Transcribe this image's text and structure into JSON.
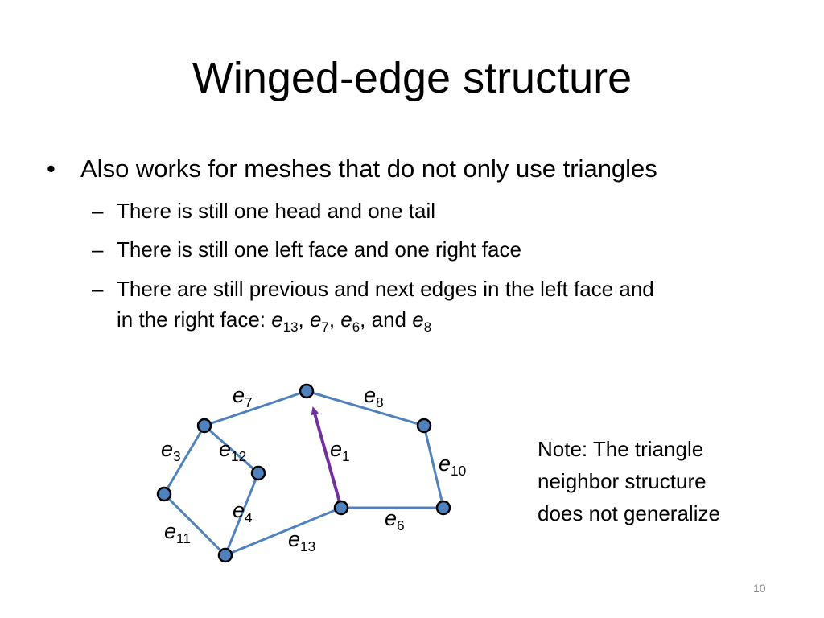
{
  "slide": {
    "title": "Winged-edge structure",
    "bullet": {
      "marker": "•",
      "text": "Also works for meshes that do not only use triangles"
    },
    "subbullets": [
      {
        "marker": "–",
        "text": "There is still one head and one tail"
      },
      {
        "marker": "–",
        "text": "There is still one left face and one right face"
      },
      {
        "marker": "–",
        "line1": "There are still previous and next edges in the left face and",
        "line2_prefix": "in the right face: ",
        "refs": [
          {
            "var": "e",
            "sub": "13",
            "after": ", "
          },
          {
            "var": "e",
            "sub": "7",
            "after": ", "
          },
          {
            "var": "e",
            "sub": "6",
            "after": ", and "
          },
          {
            "var": "e",
            "sub": "8",
            "after": ""
          }
        ]
      }
    ],
    "diagram": {
      "edge_color": "#4f81bd",
      "highlight_edge_color": "#7030a0",
      "vertex_fill": "#4f81bd",
      "vertex_stroke": "#000000",
      "edge_labels": [
        {
          "id": "e7",
          "var": "e",
          "sub": "7"
        },
        {
          "id": "e8",
          "var": "e",
          "sub": "8"
        },
        {
          "id": "e3",
          "var": "e",
          "sub": "3"
        },
        {
          "id": "e12",
          "var": "e",
          "sub": "12"
        },
        {
          "id": "e1",
          "var": "e",
          "sub": "1"
        },
        {
          "id": "e10",
          "var": "e",
          "sub": "10"
        },
        {
          "id": "e4",
          "var": "e",
          "sub": "4"
        },
        {
          "id": "e6",
          "var": "e",
          "sub": "6"
        },
        {
          "id": "e11",
          "var": "e",
          "sub": "11"
        },
        {
          "id": "e13",
          "var": "e",
          "sub": "13"
        }
      ]
    },
    "note": {
      "lines": [
        "Note:   The triangle",
        "neighbor structure",
        "does not generalize"
      ]
    },
    "page_number": "10"
  }
}
